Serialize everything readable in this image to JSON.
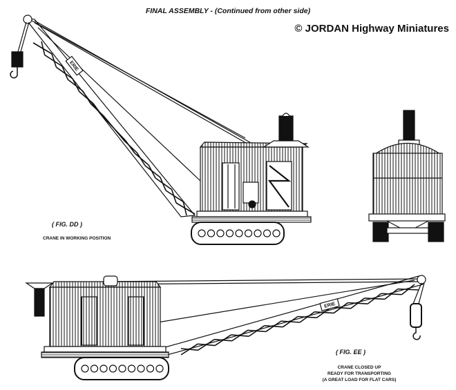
{
  "header": {
    "title": "FINAL ASSEMBLY - (Continued from other side)",
    "copyright": "© JORDAN Highway Miniatures"
  },
  "fig_dd": {
    "label": "( FIG. DD )",
    "caption": "CRANE IN WORKING POSITION",
    "boom_marking": "ERIE"
  },
  "fig_ee": {
    "label": "( FIG. EE )",
    "caption_lines": [
      "CRANE CLOSED UP",
      "READY FOR TRANSPORTING",
      "(A GREAT LOAD FOR FLAT CARS)"
    ],
    "boom_marking": "ERIE"
  },
  "colors": {
    "ink": "#111111",
    "paper": "#ffffff"
  }
}
